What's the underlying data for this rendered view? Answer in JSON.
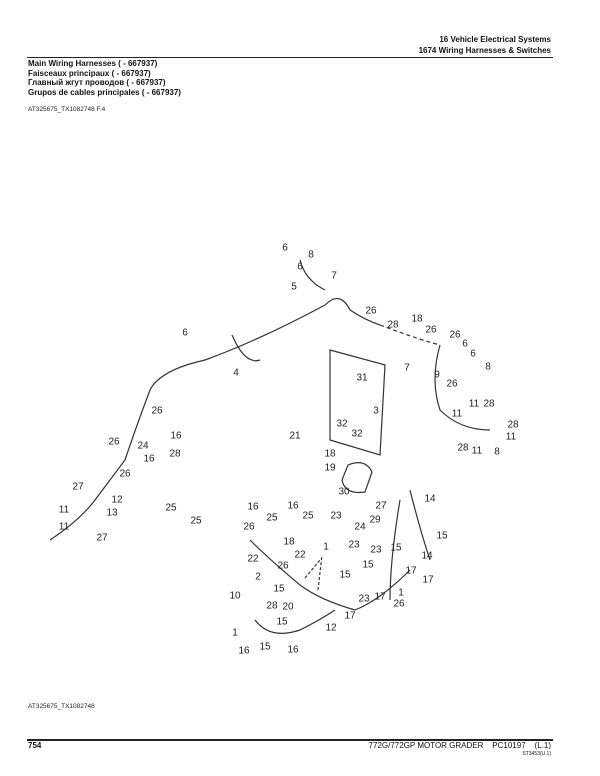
{
  "header": {
    "section": "16 Vehicle Electrical Systems",
    "group": "1674 Wiring Harnesses & Switches"
  },
  "titles": [
    "Main Wiring Harnesses ( - 667937)",
    "Faisceaux principaux ( - 667937)",
    "Главный жгут проводов ( - 667937)",
    "Grupos de cables principales ( - 667937)"
  ],
  "figure_ref_top": "AT325675_TX1082748 F.4",
  "figure_ref_bottom": "AT325675_TX1082748",
  "footer": {
    "page": "754",
    "model": "772G/772GP MOTOR GRADER",
    "catalog": "PC10197",
    "lang": "(L.1)",
    "code": "ST3453(U.1)"
  },
  "callouts": [
    "6",
    "8",
    "6",
    "7",
    "5",
    "26",
    "18",
    "28",
    "26",
    "26",
    "6",
    "6",
    "6",
    "7",
    "4",
    "9",
    "8",
    "26",
    "31",
    "3",
    "11",
    "28",
    "28",
    "11",
    "32",
    "32",
    "11",
    "26",
    "16",
    "24",
    "28",
    "26",
    "16",
    "21",
    "18",
    "19",
    "28",
    "11",
    "8",
    "26",
    "30",
    "27",
    "12",
    "14",
    "25",
    "13",
    "25",
    "11",
    "27",
    "29",
    "16",
    "16",
    "25",
    "25",
    "23",
    "26",
    "24",
    "11",
    "27",
    "15",
    "18",
    "22",
    "2",
    "26",
    "22",
    "23",
    "23",
    "15",
    "14",
    "1",
    "15",
    "17",
    "17",
    "15",
    "15",
    "20",
    "10",
    "28",
    "23",
    "17",
    "26",
    "1",
    "12",
    "17",
    "15",
    "1",
    "15",
    "16",
    "16"
  ]
}
